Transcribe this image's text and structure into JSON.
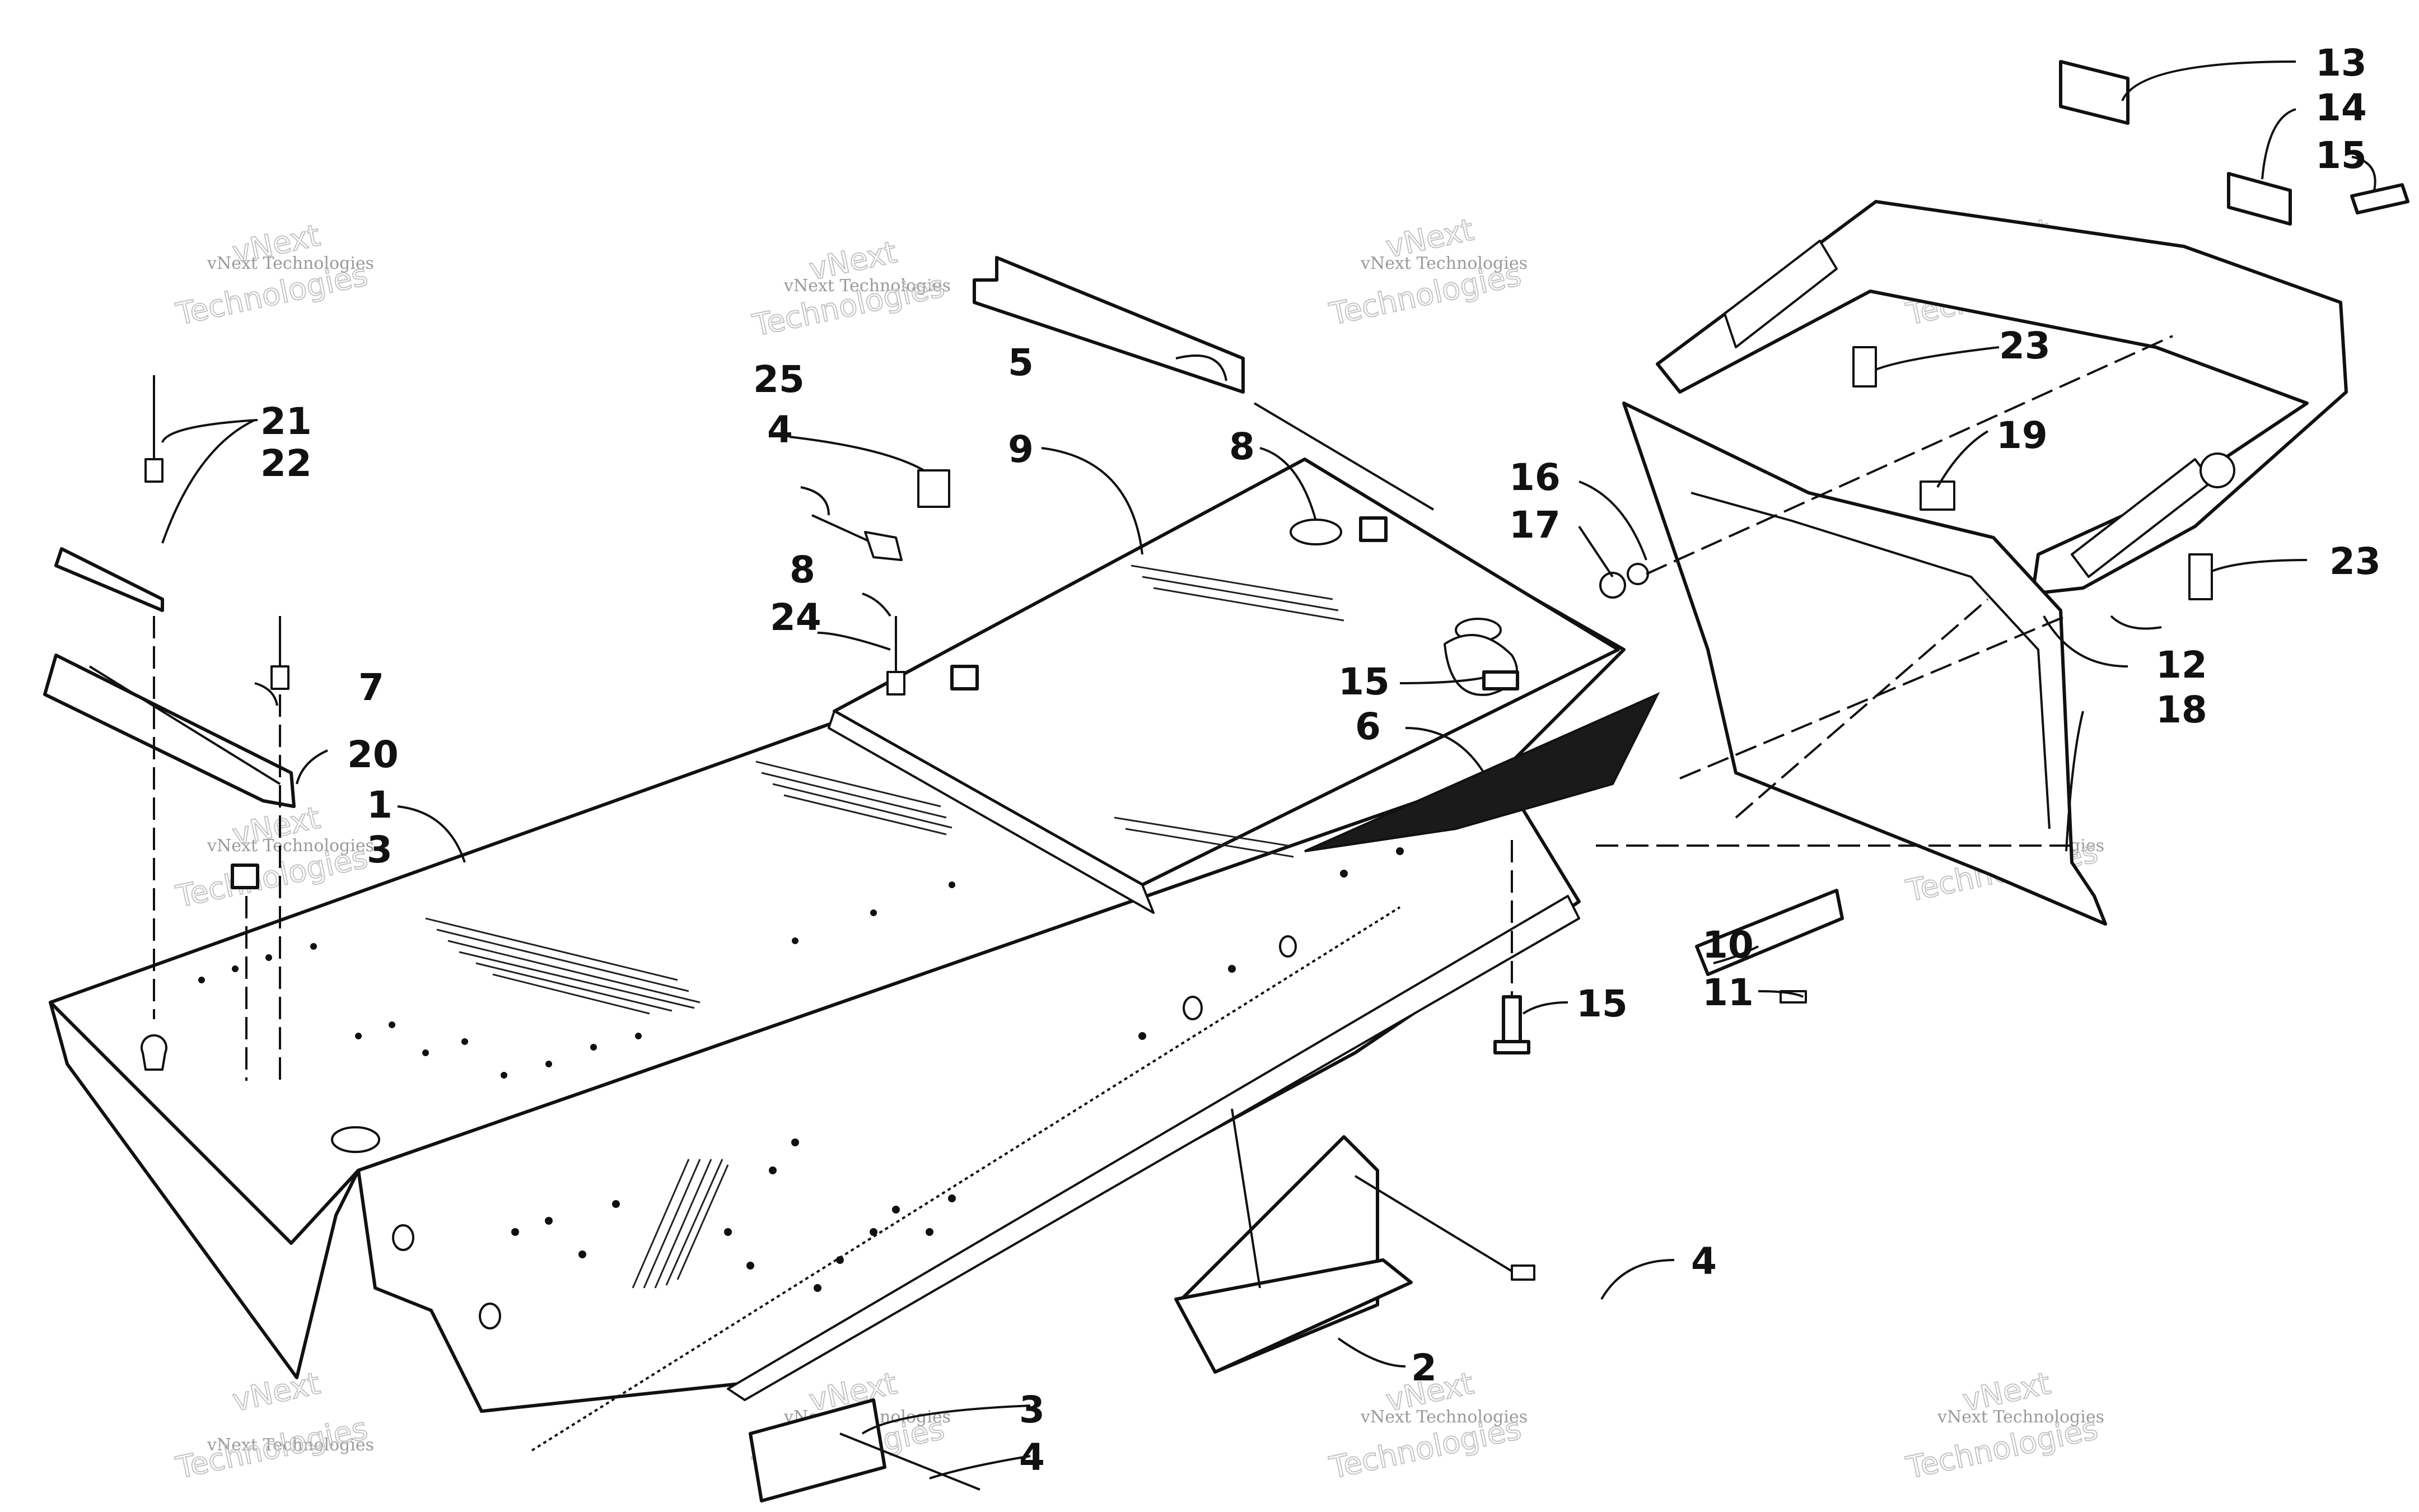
{
  "watermark": {
    "line1": "vNext Technologies",
    "line2": "vNext",
    "line3": "Technologies"
  },
  "callouts": {
    "c1": "1",
    "c2": "2",
    "c3": "3",
    "c3b": "3",
    "c4a": "4",
    "c4b": "4",
    "c4c": "4",
    "c5": "5",
    "c6": "6",
    "c7": "7",
    "c8a": "8",
    "c8b": "8",
    "c9": "9",
    "c10": "10",
    "c11": "11",
    "c12": "12",
    "c13": "13",
    "c14": "14",
    "c15a": "15",
    "c15b": "15",
    "c15c": "15",
    "c16": "16",
    "c17": "17",
    "c18": "18",
    "c19": "19",
    "c20": "20",
    "c21": "21",
    "c22": "22",
    "c23a": "23",
    "c23b": "23",
    "c24": "24",
    "c25": "25"
  }
}
